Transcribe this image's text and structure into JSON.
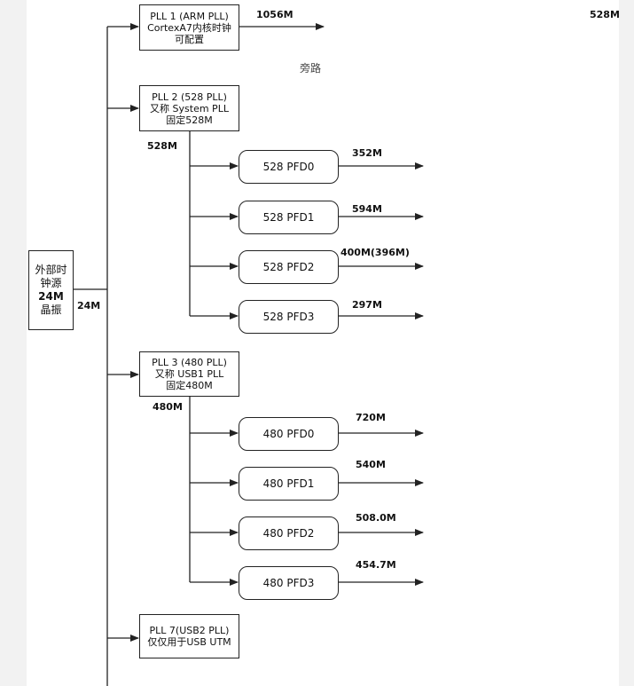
{
  "source": {
    "lines": [
      "外部时",
      "钟源",
      "24M",
      "晶振"
    ],
    "out_label": "24M"
  },
  "pll1": {
    "lines": [
      "PLL 1 (ARM PLL)",
      "CortexA7内核时钟",
      "可配置"
    ],
    "out_label": "1056M"
  },
  "top_right_label": "528M",
  "bypass_label": "旁路",
  "pll2": {
    "lines": [
      "PLL 2 (528 PLL)",
      "又称 System PLL",
      "固定528M"
    ],
    "out_label": "528M"
  },
  "pfd528": [
    {
      "label": "528 PFD0",
      "freq": "352M"
    },
    {
      "label": "528 PFD1",
      "freq": "594M"
    },
    {
      "label": "528 PFD2",
      "freq": "400M(396M)"
    },
    {
      "label": "528 PFD3",
      "freq": "297M"
    }
  ],
  "pll3": {
    "lines": [
      "PLL 3 (480 PLL)",
      "又称 USB1 PLL",
      "固定480M"
    ],
    "out_label": "480M"
  },
  "pfd480": [
    {
      "label": "480 PFD0",
      "freq": "720M"
    },
    {
      "label": "480 PFD1",
      "freq": "540M"
    },
    {
      "label": "480 PFD2",
      "freq": "508.0M"
    },
    {
      "label": "480 PFD3",
      "freq": "454.7M"
    }
  ],
  "pll7": {
    "lines": [
      "PLL 7(USB2 PLL)",
      "仅仅用于USB UTM"
    ]
  },
  "colors": {
    "line": "#222222",
    "panel": "#ffffff",
    "background": "#f2f2f2"
  }
}
